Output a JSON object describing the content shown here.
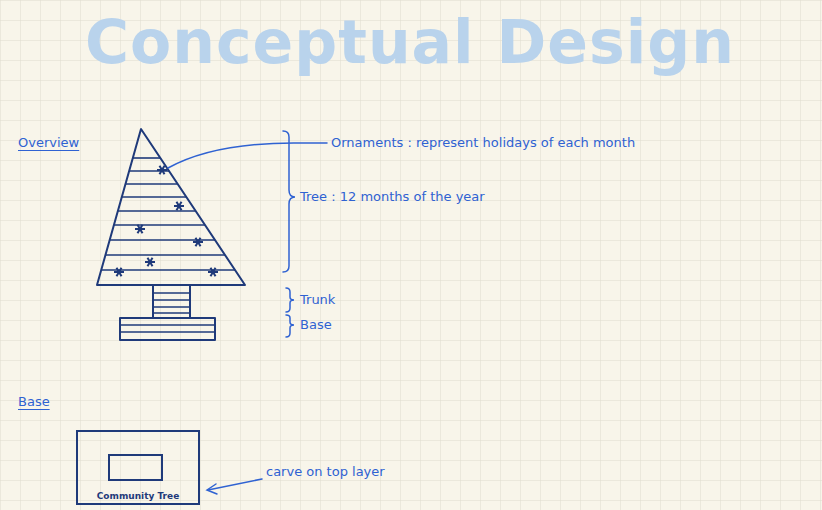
{
  "diagram": {
    "title": "Conceptual Design",
    "nodes": [
      {
        "text": [
          "Community Tree"
        ]
      }
    ],
    "labels": [
      "Overview",
      "Ornaments : represent holidays of each month",
      "Tree : 12 months of the year",
      "Trunk",
      "Base",
      "Base",
      "carve on top layer"
    ]
  }
}
